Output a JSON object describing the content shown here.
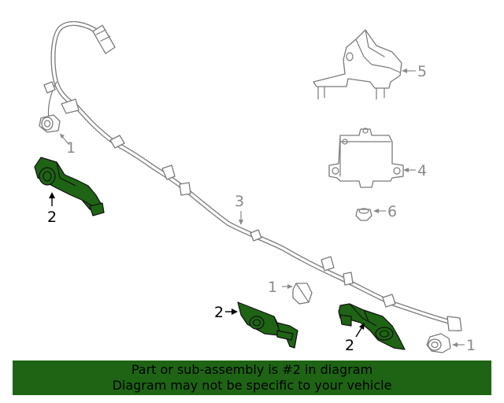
{
  "diagram": {
    "callouts": {
      "sensor_top_left": "1",
      "sensor_center": "1",
      "sensor_bottom_right": "1",
      "bracket_left": "2",
      "bracket_center": "2",
      "bracket_right": "2",
      "harness": "3",
      "module": "4",
      "upper_bracket": "5",
      "clip": "6"
    },
    "highlight_color": "#1e6414",
    "line_color": "#7a7a7a"
  },
  "footer": {
    "line1": "Part or sub-assembly is #2 in diagram",
    "line2": "Diagram may not be specific to your vehicle"
  }
}
